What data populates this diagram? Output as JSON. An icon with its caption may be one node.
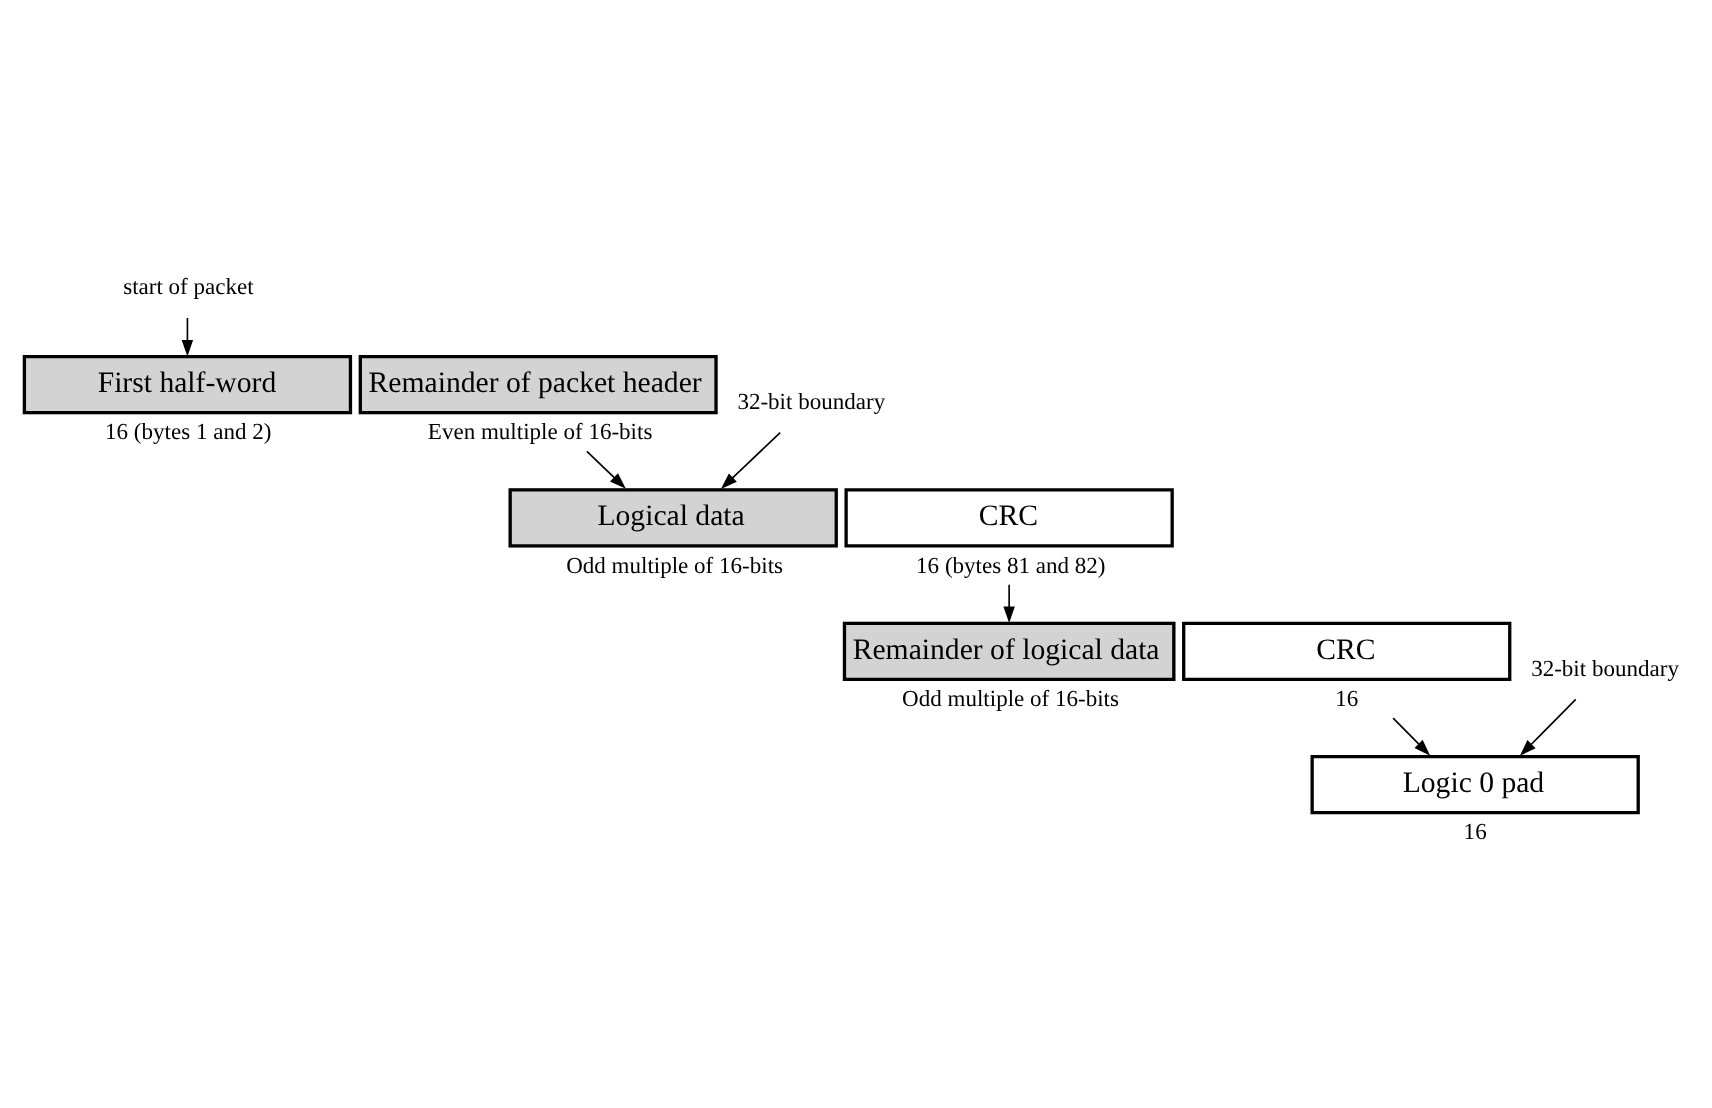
{
  "diagram": {
    "nodes": [
      {
        "text": [
          "First half-word"
        ],
        "beside": [
          "16 (bytes 1 and 2)"
        ]
      },
      {
        "text": [
          "Remainder of packet header"
        ],
        "beside": [
          "Even multiple of 16-bits"
        ]
      },
      {
        "text": [
          "Logical data"
        ],
        "beside": [
          "Odd multiple of 16-bits"
        ]
      },
      {
        "text": [
          "CRC"
        ],
        "beside": [
          "16 (bytes 81 and 82)"
        ]
      },
      {
        "text": [
          "Remainder of logical data"
        ],
        "beside": [
          "Odd multiple of 16-bits"
        ]
      },
      {
        "text": [
          "CRC"
        ],
        "beside": [
          "16"
        ]
      },
      {
        "text": [
          "Logic 0 pad"
        ],
        "beside": [
          "16"
        ]
      },
      {
        "text": [
          "start of packet"
        ]
      },
      {
        "text": [
          "32-bit boundary"
        ]
      },
      {
        "text": [
          "32-bit boundary"
        ]
      }
    ],
    "edges": [
      {
        "from": 7,
        "to": 0,
        "arrow": "to"
      },
      {
        "from": 1,
        "to": 2,
        "arrow": "to"
      },
      {
        "from": 8,
        "to": 2,
        "arrow": "to"
      },
      {
        "from": 3,
        "to": 4,
        "arrow": "to"
      },
      {
        "from": 5,
        "to": 6,
        "arrow": "to"
      },
      {
        "from": 9,
        "to": 6,
        "arrow": "to"
      }
    ]
  }
}
